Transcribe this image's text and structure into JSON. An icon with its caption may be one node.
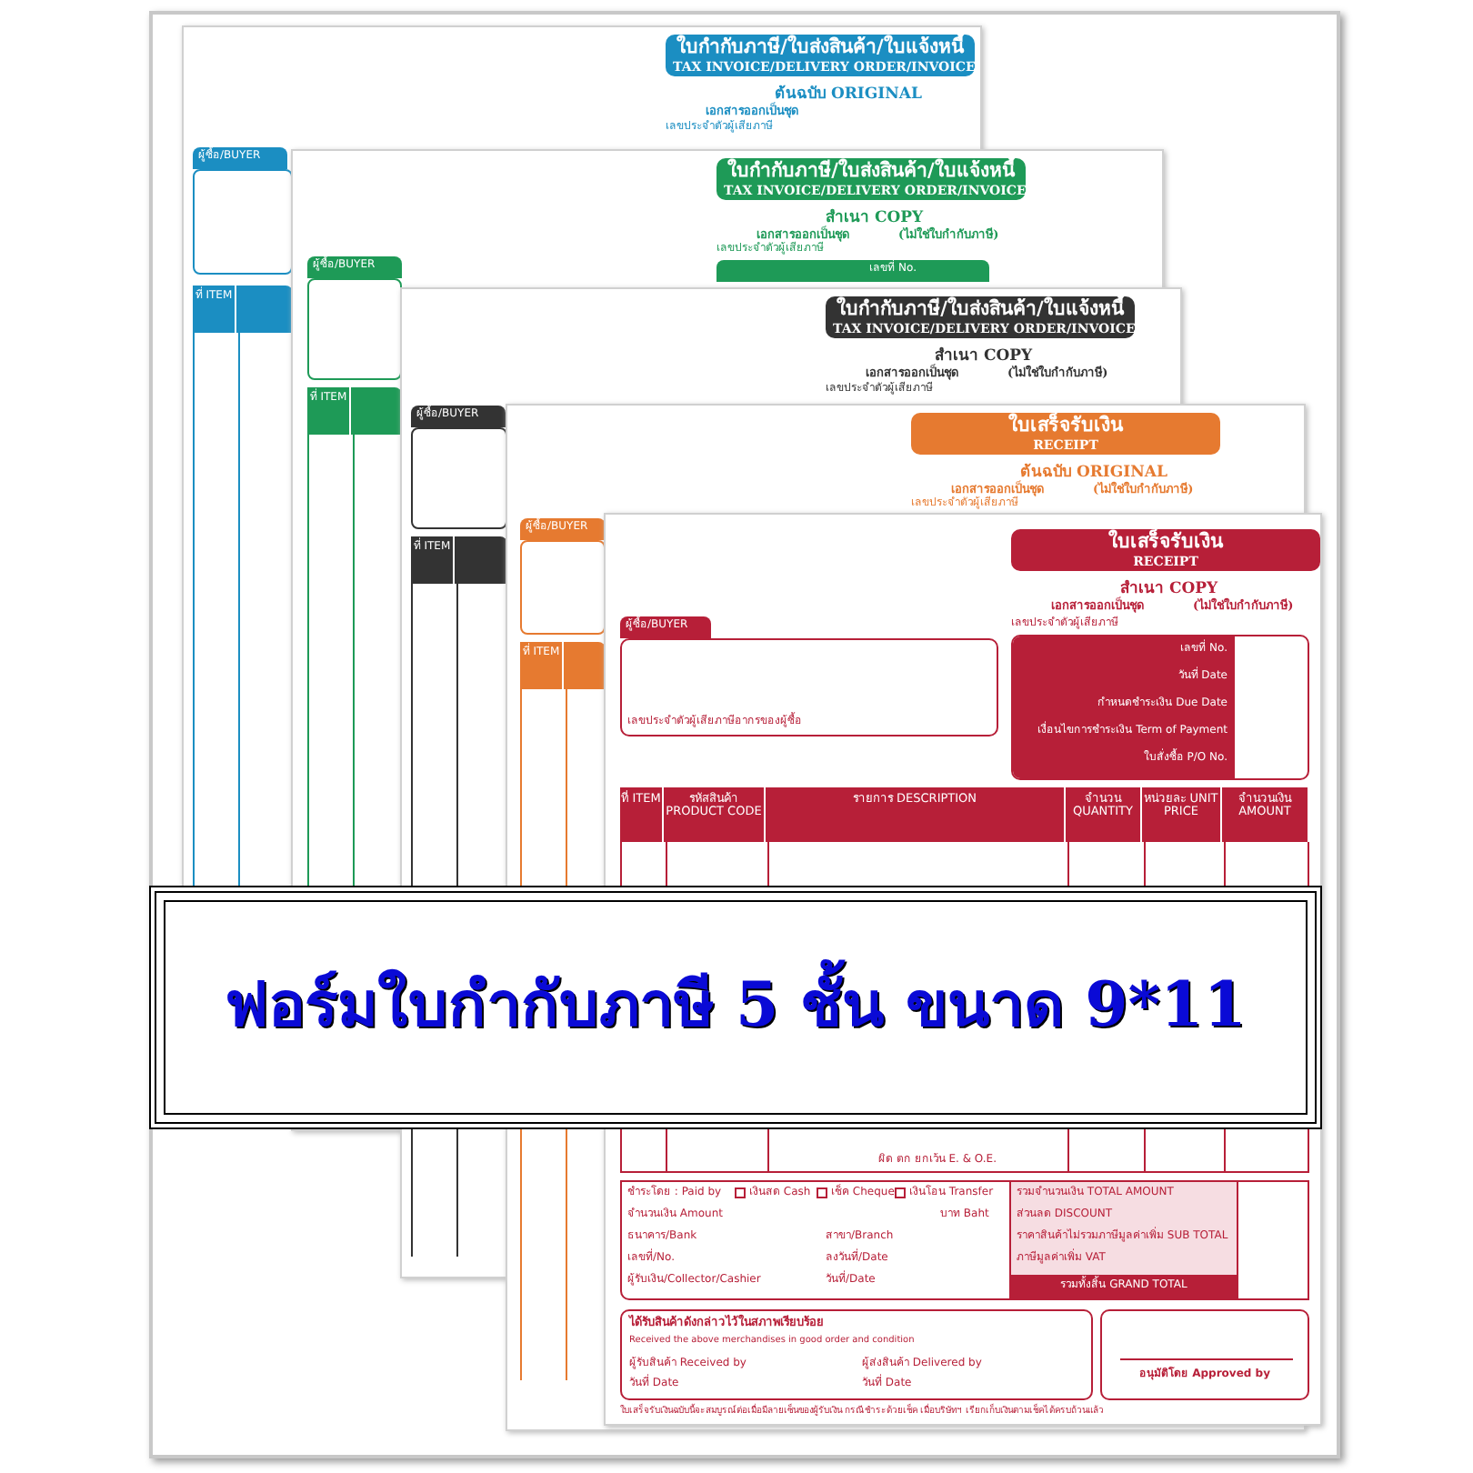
{
  "diagram": {
    "title": "ฟอร์มใบกำกับภาษี 5 ชั้น ขนาด 9*11",
    "nodes": [
      {
        "text": [
          "ใบกำกับภาษี/ใบส่งสินค้า/ใบแจ้งหนี้",
          "TAX INVOICE/DELIVERY ORDER/INVOICE"
        ],
        "beside": [
          "ต้นฉบับ ORIGINAL",
          "เอกสารออกเป็นชุด"
        ]
      },
      {
        "text": [
          "ผู้ซื้อ/BUYER"
        ]
      },
      {
        "text": [
          "ที่ ITEM"
        ]
      },
      {
        "text": [
          "ใบกำกับภาษี/ใบส่งสินค้า/ใบแจ้งหนี้",
          "TAX INVOICE/DELIVERY ORDER/INVOICE"
        ],
        "beside": [
          "สำเนา COPY",
          "เอกสารออกเป็นชุด",
          "(ไม่ใช่ใบกำกับภาษี)"
        ]
      },
      {
        "text": [
          "เลขที่ No."
        ],
        "beside": [
          "เลขประจำตัวผู้เสียภาษี"
        ]
      },
      {
        "text": [
          "ผู้ซื้อ/BUYER"
        ]
      },
      {
        "text": [
          "ที่ ITEM"
        ]
      },
      {
        "text": [
          "ใบกำกับภาษี/ใบส่งสินค้า/ใบแจ้งหนี้",
          "TAX INVOICE/DELIVERY ORDER/INVOICE"
        ],
        "beside": [
          "สำเนา COPY",
          "เอกสารออกเป็นชุด",
          "(ไม่ใช่ใบกำกับภาษี)"
        ]
      },
      {
        "text": [
          "ผู้ซื้อ/BUYER"
        ]
      },
      {
        "text": [
          "ที่ ITEM"
        ]
      },
      {
        "text": [
          "ใบเสร็จรับเงิน",
          "RECEIPT"
        ],
        "beside": [
          "ต้นฉบับ ORIGINAL",
          "เอกสารออกเป็นชุด",
          "(ไม่ใช่ใบกำกับภาษี)"
        ]
      },
      {
        "text": [
          "ผู้ซื้อ/BUYER"
        ]
      },
      {
        "text": [
          "ที่ ITEM"
        ]
      },
      {
        "text": [
          "ใบเสร็จรับเงิน",
          "RECEIPT"
        ],
        "beside": [
          "สำเนา COPY",
          "เอกสารออกเป็นชุด",
          "(ไม่ใช่ใบกำกับภาษี)"
        ]
      },
      {
        "text": [
          "ผู้ซื้อ/BUYER"
        ]
      },
      {
        "text": [
          "เลขประจำตัวผู้เสียภาษีอากรของผู้ซื้อ"
        ]
      },
      {
        "text": [
          "เลขที่ No.",
          "วันที่ Date",
          "กำหนดชำระเงิน Due Date",
          "เงื่อนไขการชำระเงิน Term of Payment",
          "ใบสั่งซื้อ P/O No."
        ],
        "beside": [
          "เลขประจำตัวผู้เสียภาษี"
        ]
      },
      {
        "text": [
          "ที่ ITEM"
        ]
      },
      {
        "text": [
          "รหัสสินค้า PRODUCT CODE"
        ]
      },
      {
        "text": [
          "รายการ DESCRIPTION"
        ]
      },
      {
        "text": [
          "จำนวน QUANTITY"
        ]
      },
      {
        "text": [
          "หน่วยละ UNIT PRICE"
        ]
      },
      {
        "text": [
          "จำนวนเงิน AMOUNT"
        ]
      },
      {
        "text": [
          "ชำระโดย : Paid by",
          "เงินสด Cash",
          "เช็ค Cheque",
          "เงินโอน Transfer",
          "จำนวนเงิน Amount",
          "บาท Baht",
          "ธนาคาร/Bank",
          "สาขา/Branch",
          "เลขที่/No.",
          "ลงวันที่/Date",
          "ผู้รับเงิน/Collector/Cashier",
          "วันที่/Date"
        ]
      },
      {
        "text": [
          "รวมจำนวนเงิน TOTAL AMOUNT",
          "ส่วนลด DISCOUNT",
          "ราคาสินค้าไม่รวมภาษีมูลค่าเพิ่ม SUB TOTAL",
          "ภาษีมูลค่าเพิ่ม VAT"
        ]
      },
      {
        "text": [
          "รวมทั้งสิ้น GRAND TOTAL"
        ]
      },
      {
        "text": [
          "ได้รับสินค้าดังกล่าวไว้ในสภาพเรียบร้อย",
          "Received the above merchandises in good order and condition",
          "ผู้รับสินค้า Received by",
          "วันที่ Date",
          "ผู้ส่งสินค้า Delivered by",
          "วันที่ Date"
        ]
      },
      {
        "text": [
          "อนุมัติโดย Approved by"
        ]
      }
    ],
    "labels": [
      "เลขประจำตัวผู้เสียภาษี",
      "เลขประจำตัวผู้เสียภาษี",
      "เลขประจำตัวผู้เสียภาษี",
      "ผิด ตก ยกเว้น E. & O.E.",
      "ใบเสร็จรับเงินฉบับนี้จะสมบูรณ์ต่อเมื่อมีลายเซ็นของผู้รับเงิน กรณีชำระด้วยเช็ค เมื่อบริษัทฯ เรียกเก็บเงินตามเช็คได้ครบถ้วนแล้ว"
    ]
  }
}
